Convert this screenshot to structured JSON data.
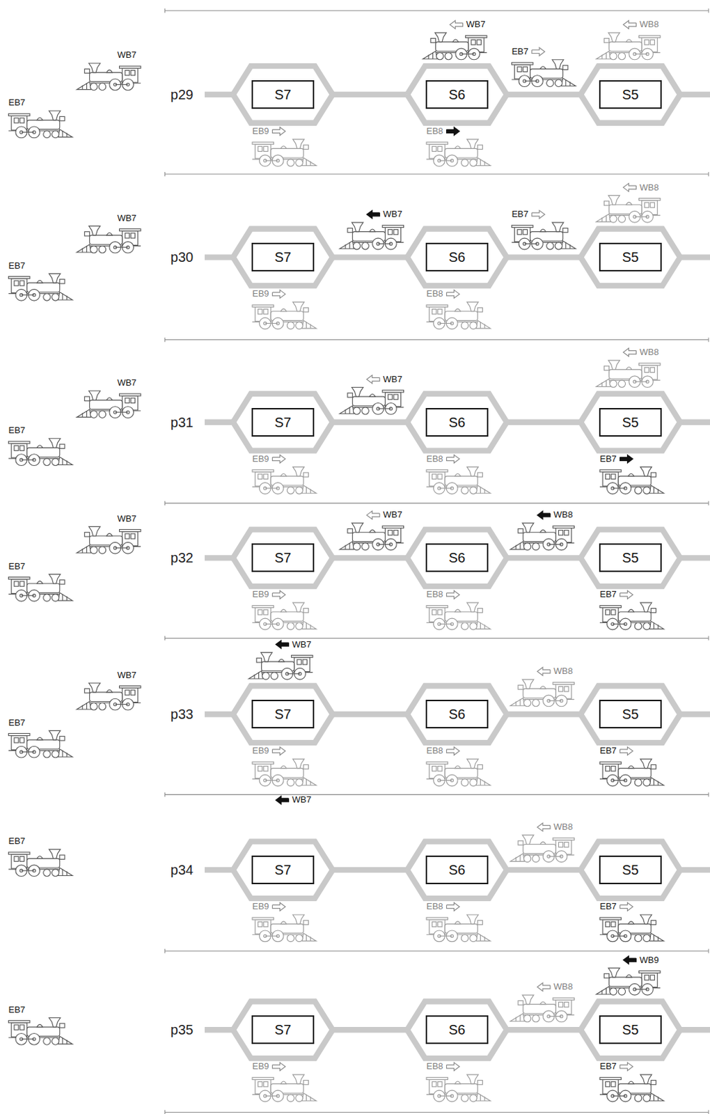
{
  "diagram": {
    "nodes": [
      {
        "text": [
          "p29"
        ]
      },
      {
        "text": [
          "S7"
        ],
        "in": 0
      },
      {
        "text": [
          "S6"
        ],
        "in": 0
      },
      {
        "text": [
          "S5"
        ],
        "in": 0
      },
      {
        "text": [
          "p30"
        ]
      },
      {
        "text": [
          "S7"
        ],
        "in": 4
      },
      {
        "text": [
          "S6"
        ],
        "in": 4
      },
      {
        "text": [
          "S5"
        ],
        "in": 4
      },
      {
        "text": [
          "p31"
        ]
      },
      {
        "text": [
          "S7"
        ],
        "in": 8
      },
      {
        "text": [
          "S6"
        ],
        "in": 8
      },
      {
        "text": [
          "S5"
        ],
        "in": 8
      },
      {
        "text": [
          "p32"
        ]
      },
      {
        "text": [
          "S7"
        ],
        "in": 12
      },
      {
        "text": [
          "S6"
        ],
        "in": 12
      },
      {
        "text": [
          "S5"
        ],
        "in": 12
      },
      {
        "text": [
          "p33"
        ]
      },
      {
        "text": [
          "S7"
        ],
        "in": 16
      },
      {
        "text": [
          "S6"
        ],
        "in": 16
      },
      {
        "text": [
          "S5"
        ],
        "in": 16
      },
      {
        "text": [
          "p34"
        ]
      },
      {
        "text": [
          "S7"
        ],
        "in": 20
      },
      {
        "text": [
          "S6"
        ],
        "in": 20
      },
      {
        "text": [
          "S5"
        ],
        "in": 20
      },
      {
        "text": [
          "p35"
        ]
      },
      {
        "text": [
          "S7"
        ],
        "in": 24
      },
      {
        "text": [
          "S6"
        ],
        "in": 24
      },
      {
        "text": [
          "S5"
        ],
        "in": 24
      }
    ],
    "labels": [
      "WB7",
      "EB7",
      "WB7",
      "EB7",
      "WB8",
      "EB9",
      "EB8",
      "WB7",
      "EB7",
      "WB7",
      "EB7",
      "WB8",
      "EB9",
      "EB8",
      "WB7",
      "EB7",
      "WB7",
      "WB8",
      "EB9",
      "EB8",
      "EB7",
      "WB7",
      "EB7",
      "WB7",
      "WB8",
      "EB9",
      "EB8",
      "EB7",
      "WB7",
      "EB7",
      "WB7",
      "WB8",
      "EB9",
      "EB8",
      "EB7",
      "EB7",
      "WB7",
      "WB8",
      "EB9",
      "EB8",
      "EB7",
      "EB7",
      "WB8",
      "WB9",
      "EB9",
      "EB8",
      "EB7"
    ]
  }
}
